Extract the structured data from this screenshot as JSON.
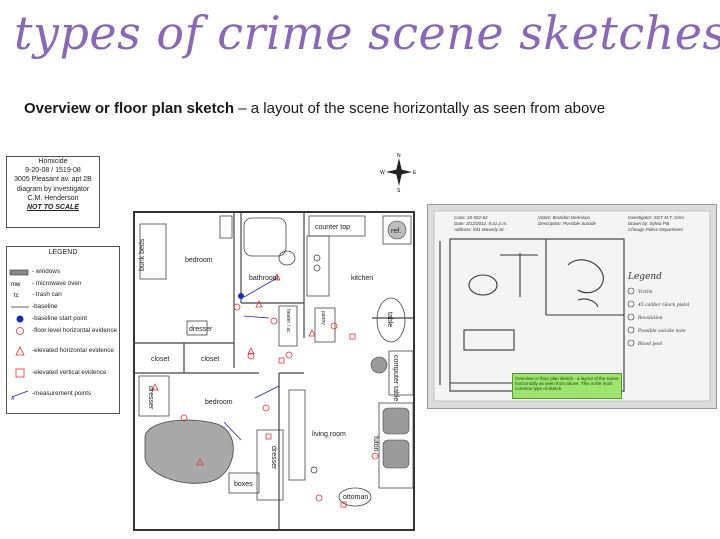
{
  "slide": {
    "title": "types of crime scene sketches",
    "subtitle_bold": "Overview or floor plan sketch",
    "subtitle_rest": " – a layout of the scene horizontally as seen from above"
  },
  "case_info": {
    "lines": [
      "Homicide",
      "9-20-08 / 1519-08",
      "3005 Pleasant av. apt 2B",
      "diagram by investigator",
      "C.M. Henderson"
    ],
    "not_to_scale": "NOT TO SCALE"
  },
  "legend": {
    "title": "LEGEND",
    "items": [
      {
        "icon": "windows-symbol",
        "text": "- windows"
      },
      {
        "icon": "microwave-symbol",
        "text": "- microwave oven"
      },
      {
        "icon": "trash-can-symbol",
        "text": "- trash can"
      },
      {
        "icon": "baseline-symbol",
        "text": "-baseline"
      },
      {
        "icon": "start-point-symbol",
        "text": "-baseline start point"
      },
      {
        "icon": "floor-evidence-symbol",
        "text": "-floor level horizontal evidence"
      },
      {
        "icon": "elevated-horizontal-symbol",
        "text": "-elevated horizontal evidence"
      },
      {
        "icon": "elevated-vertical-symbol",
        "text": "-elevated vertical evidence"
      },
      {
        "icon": "measurement-symbol",
        "text": "-measurement points"
      }
    ]
  },
  "compass": {
    "n": "N",
    "s": "S",
    "e": "E",
    "w": "W"
  },
  "floor_plan": {
    "rooms": {
      "bunk_beds": "bunk beds",
      "bedroom_top": "bedroom",
      "bathroom": "bathroom",
      "counter_top": "counter top",
      "ref": "ref.",
      "kitchen": "kitchen",
      "table": "table",
      "dresser_top": "dresser",
      "closet_left": "closet",
      "closet_right": "closet",
      "dresser_side": "dresser",
      "bedroom_bottom": "bedroom",
      "boxes": "boxes",
      "dresser_bottom": "dresser",
      "living_room": "living room",
      "computer_table": "computer table",
      "futon": "futon",
      "ottoman": "ottoman",
      "heater": "heater / ac",
      "pantry": "pantry"
    }
  },
  "photo_sketch": {
    "header_left": [
      "Case: 10-552-62",
      "Date: 3/12/2012, 8:41 p.m.",
      "Address: 941 Waverly St."
    ],
    "header_mid": [
      "Victim: Brandon Dennison",
      "Description: Possible Suicide"
    ],
    "header_right": [
      "Investigator: SGT M.T. Grim",
      "Drawn by: Sylvia Pitt",
      "Chicago Police Department"
    ],
    "legend_title": "Legend",
    "legend_items": [
      "Victim",
      "45 caliber Glock pistol",
      "Revolution",
      "Possible suicide note",
      "Blood pool"
    ],
    "callout": "Overview or floor plan sketch - a layout of the scene horizontally as seen from above. This is the most common type of sketch."
  }
}
